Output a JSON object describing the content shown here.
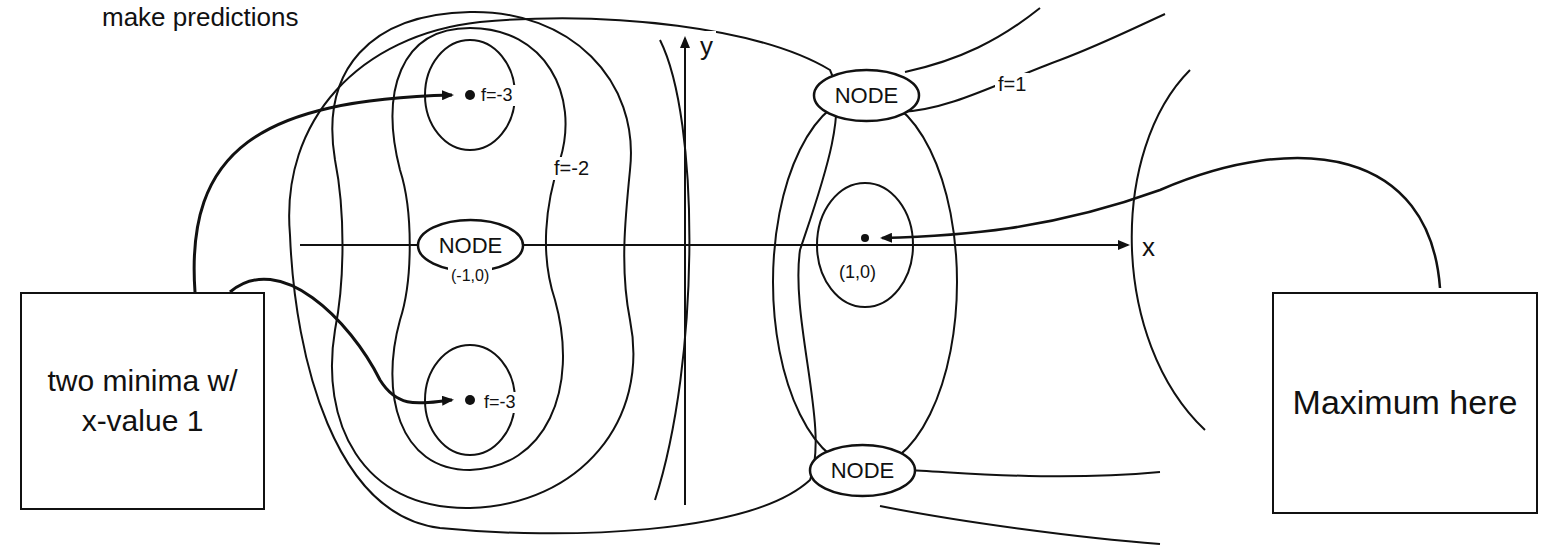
{
  "diagram": {
    "nodes": [
      {
        "text": [
          "NODE"
        ]
      },
      {
        "text": [
          "NODE"
        ]
      },
      {
        "text": [
          "NODE"
        ]
      },
      {
        "text": [
          "two minima w/ x-value 1"
        ]
      },
      {
        "text": [
          "Maximum here"
        ]
      }
    ],
    "labels": [
      "make predictions",
      "y",
      "f=1",
      "f=-3",
      "f=-2",
      "x",
      "(-1,0)",
      "(1,0)",
      "f=-3"
    ]
  }
}
